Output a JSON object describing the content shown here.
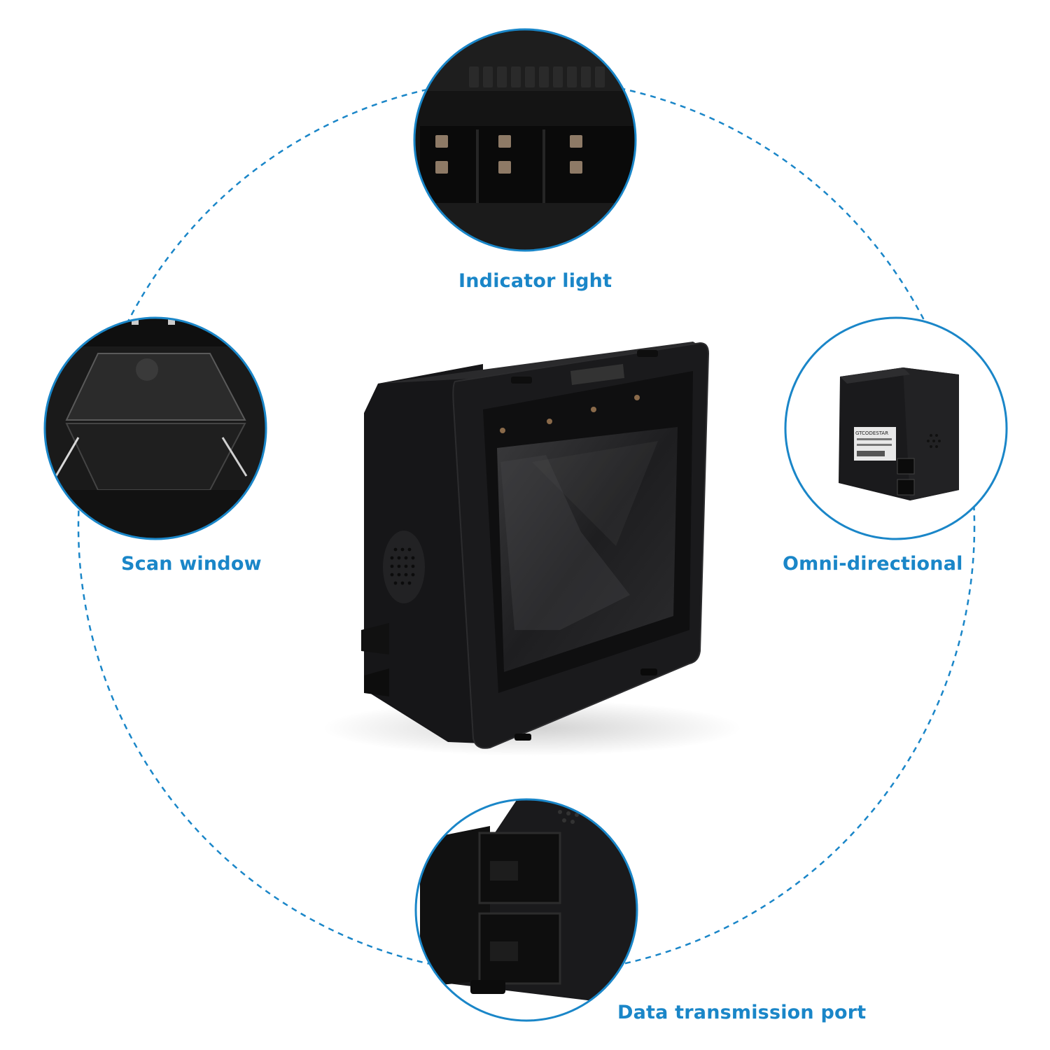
{
  "labels": {
    "indicator_light": "Indicator light",
    "scan_window": "Scan window",
    "omni_directional": "Omni-directional",
    "data_transmission_port": "Data transmission port"
  },
  "colors": {
    "accent": "#1a86c8",
    "device_body": "#1c1c1e",
    "background": "#ffffff"
  },
  "product_label_text": "GTCODESTAR"
}
